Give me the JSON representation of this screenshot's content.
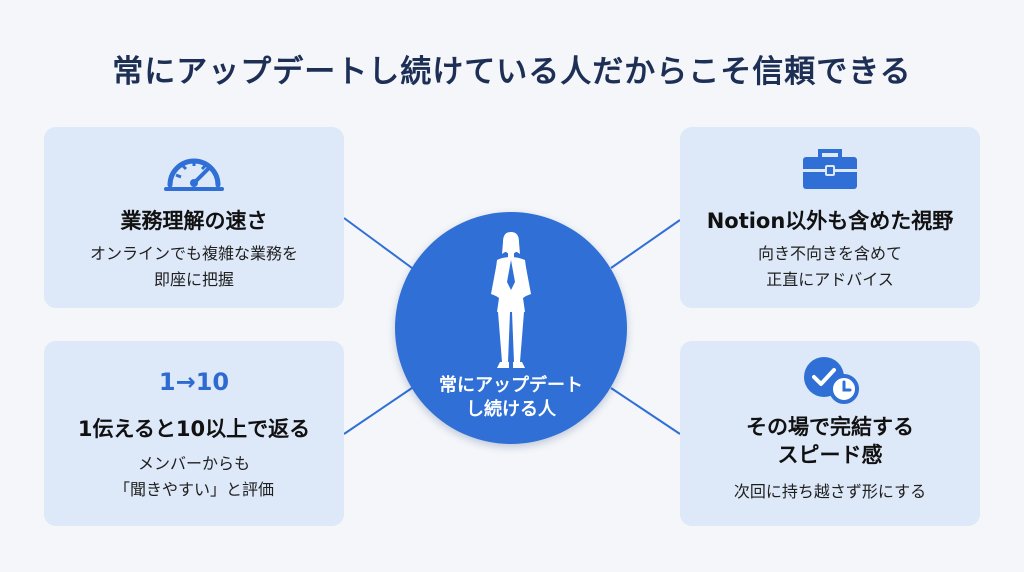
{
  "title": "常にアップデートし続けている人だからこそ信頼できる",
  "center": {
    "line1": "常にアップデート",
    "line2": "し続ける人"
  },
  "cards": [
    {
      "icon": "speedometer-icon",
      "heading": "業務理解の速さ",
      "desc_line1": "オンラインでも複雑な業務を",
      "desc_line2": "即座に把握"
    },
    {
      "icon": "toolbox-icon",
      "heading": "Notion以外も含めた視野",
      "desc_line1": "向き不向きを含めて",
      "desc_line2": "正直にアドバイス"
    },
    {
      "number": "1→10",
      "heading": "1伝えると10以上で返る",
      "desc_line1": "メンバーからも",
      "desc_line2": "「聞きやすい」と評価"
    },
    {
      "icon": "check-clock-icon",
      "heading_line1": "その場で完結する",
      "heading_line2": "スピード感",
      "desc_line1": "次回に持ち越さず形にする"
    }
  ],
  "colors": {
    "accent": "#2f6fd6",
    "card": "#dde8f8",
    "title": "#1d2f55",
    "background": "#f4f6f9"
  }
}
